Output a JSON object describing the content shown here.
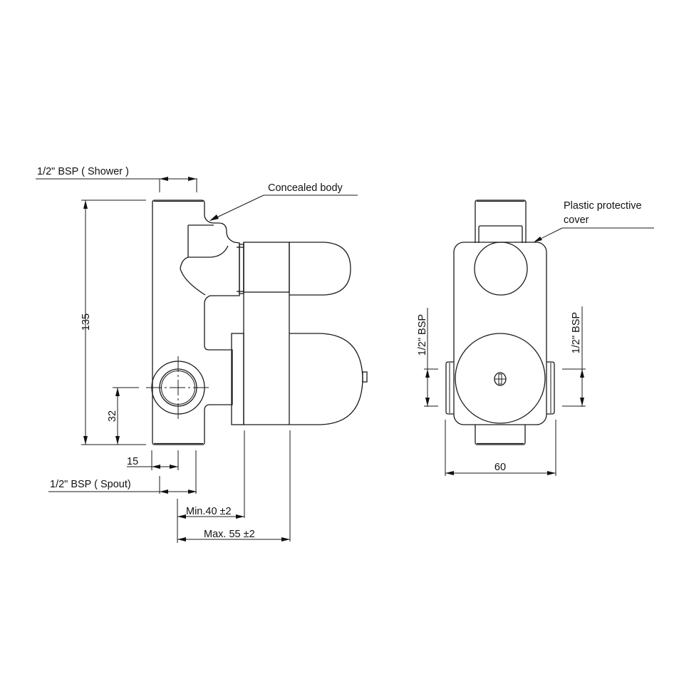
{
  "drawing": {
    "title": "Concealed diverter valve body – technical drawing",
    "line_color": "#1a1a1a",
    "background": "#ffffff"
  },
  "side_view": {
    "labels": {
      "shower_connection": "1/2\" BSP ( Shower )",
      "concealed_body": "Concealed body",
      "spout_connection": "1/2\" BSP ( Spout)"
    },
    "dimensions": {
      "height": "135",
      "outlet_height": "32",
      "outlet_offset": "15",
      "min_depth": "Min.40 ±2",
      "max_depth": "Max. 55 ±2"
    }
  },
  "front_view": {
    "labels": {
      "cover_line1": "Plastic protective",
      "cover_line2": "cover",
      "left_inlet": "1/2\" BSP",
      "right_inlet": "1/2\" BSP"
    },
    "dimensions": {
      "width": "60"
    }
  }
}
